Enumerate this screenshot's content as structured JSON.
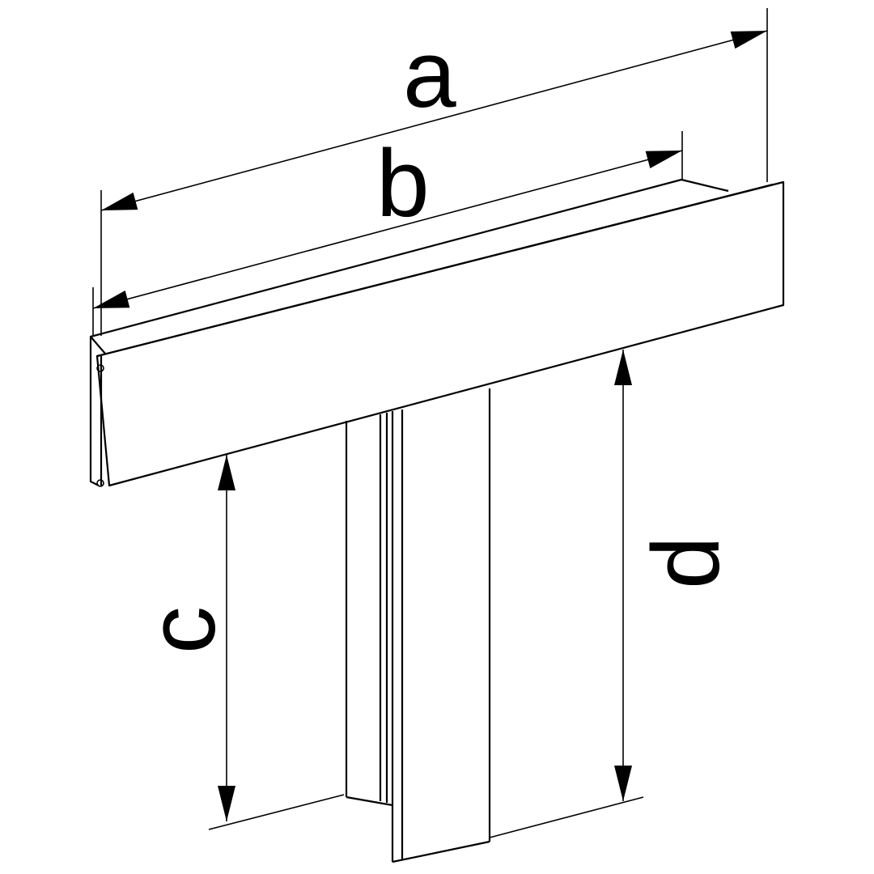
{
  "diagram": {
    "title": "",
    "dimensions": [
      {
        "id": "a",
        "label": "a"
      },
      {
        "id": "b",
        "label": "b"
      },
      {
        "id": "c",
        "label": "c"
      },
      {
        "id": "d",
        "label": "d"
      }
    ],
    "colors": {
      "line": "#000000",
      "background": "#ffffff"
    }
  }
}
